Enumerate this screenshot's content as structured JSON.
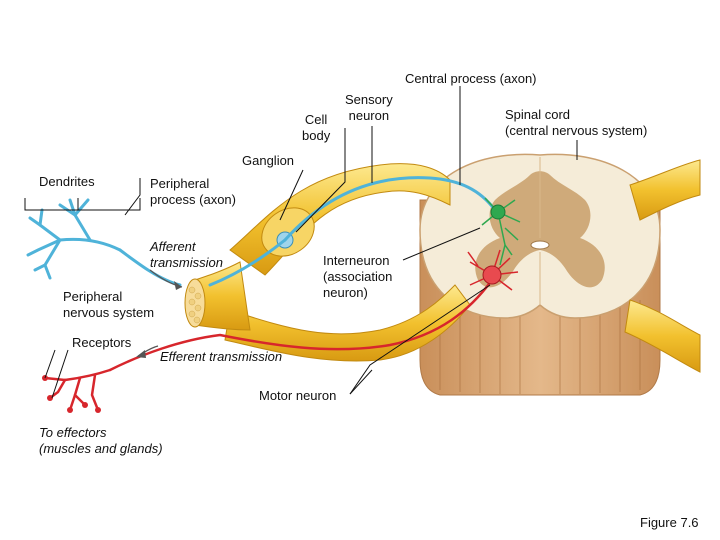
{
  "labels": {
    "central_process": "Central process (axon)",
    "sensory_neuron": "Sensory\nneuron",
    "cell_body": "Cell\nbody",
    "spinal_cord": "Spinal cord\n(central nervous system)",
    "ganglion": "Ganglion",
    "dendrites": "Dendrites",
    "peripheral_process": "Peripheral\nprocess (axon)",
    "afferent_transmission": "Afferent\ntransmission",
    "interneuron": "Interneuron\n(association\nneuron)",
    "peripheral_nervous_system": "Peripheral\nnervous system",
    "receptors": "Receptors",
    "efferent_transmission": "Efferent transmission",
    "motor_neuron": "Motor neuron",
    "to_effectors": "To effectors\n(muscles and glands)",
    "figure_number": "Figure 7.6"
  },
  "colors": {
    "nerve_yellow": "#f2c12e",
    "nerve_light": "#fbe27a",
    "sensory_blue": "#4fb3d9",
    "motor_red": "#d7262c",
    "interneuron_green": "#2fa84f",
    "gray_matter": "#c89f6a",
    "white_matter": "#f5ecd8",
    "cord_outer": "#d8a878"
  }
}
